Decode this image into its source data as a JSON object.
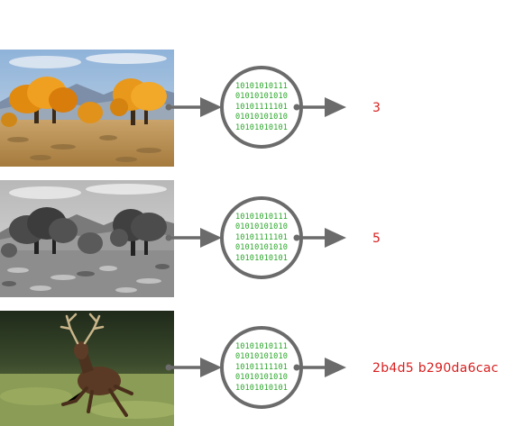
{
  "rows": [
    {
      "photo": "autumn-trees-photo",
      "binary": [
        "10101010111",
        "01010101010",
        "10101111101",
        "01010101010",
        "10101010101"
      ],
      "output": "3"
    },
    {
      "photo": "grayscale-trees-photo",
      "binary": [
        "10101010111",
        "01010101010",
        "10101111101",
        "01010101010",
        "10101010101"
      ],
      "output": "5"
    },
    {
      "photo": "running-deer-photo",
      "binary": [
        "10101010111",
        "01010101010",
        "10101111101",
        "01010101010",
        "10101010101"
      ],
      "output": "2b4d5  b290da6cac"
    }
  ],
  "colors": {
    "arrow": "#6b6b6b",
    "binary_text": "#2aa82a",
    "output_text": "#d81e1e"
  }
}
